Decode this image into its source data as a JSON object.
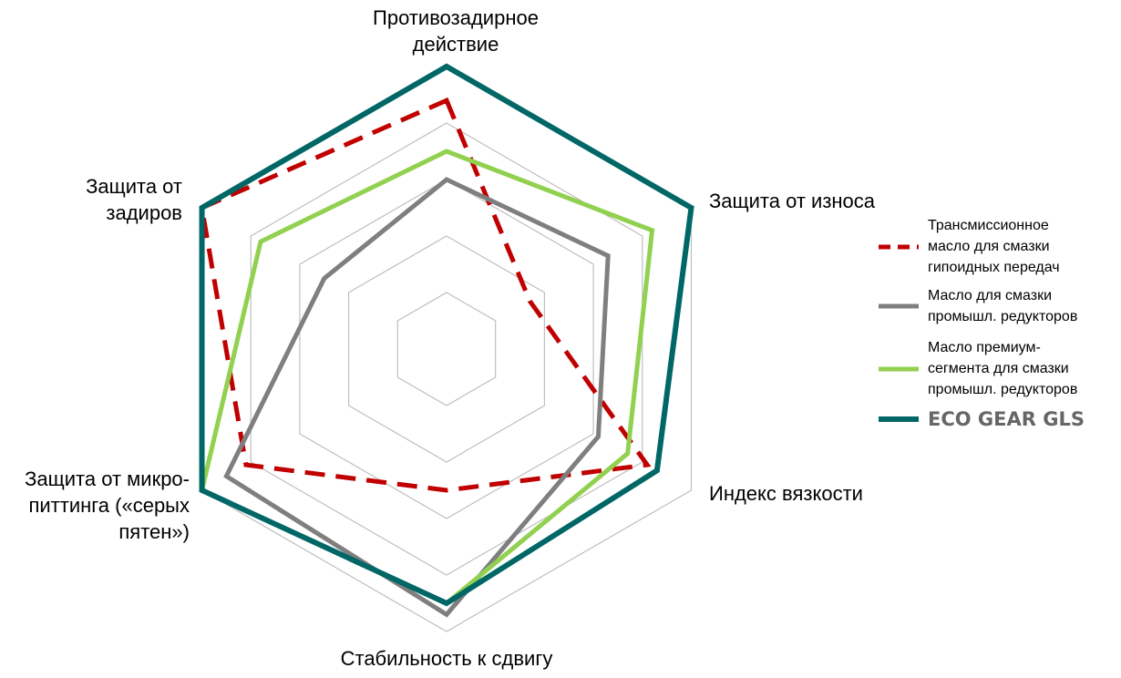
{
  "chart_data": {
    "type": "radar",
    "title": "",
    "axes": [
      "Противозадирное\nдействие",
      "Защита от износа",
      "Индекс вязкости",
      "Стабильность к сдвигу",
      "Защита от микро-\nпиттинга («серых\nпятен»)",
      "Защита от\nзадиров"
    ],
    "range": [
      0,
      5
    ],
    "grid_rings": 5,
    "series": [
      {
        "name": "Трансмиссионное\nмасло для смазки\nгипоидных передач",
        "color": "#C00000",
        "dashed": true,
        "values": [
          4.4,
          1.7,
          4.1,
          2.5,
          4.1,
          5.0
        ]
      },
      {
        "name": "Масло для смазки\nпромышл. редукторов",
        "color": "#7F7F7F",
        "dashed": false,
        "values": [
          3.0,
          3.3,
          3.1,
          4.7,
          4.5,
          2.5
        ]
      },
      {
        "name": "Масло премиум-\nсегмента для смазки\nпромышл. редукторов",
        "color": "#92D050",
        "dashed": false,
        "values": [
          3.5,
          4.2,
          3.7,
          4.5,
          5.0,
          3.8
        ]
      },
      {
        "name": "ECO GEAR GLS",
        "color": "#006666",
        "dashed": false,
        "values": [
          5.0,
          5.0,
          4.3,
          4.5,
          5.0,
          5.0
        ]
      }
    ],
    "legend": "right"
  }
}
